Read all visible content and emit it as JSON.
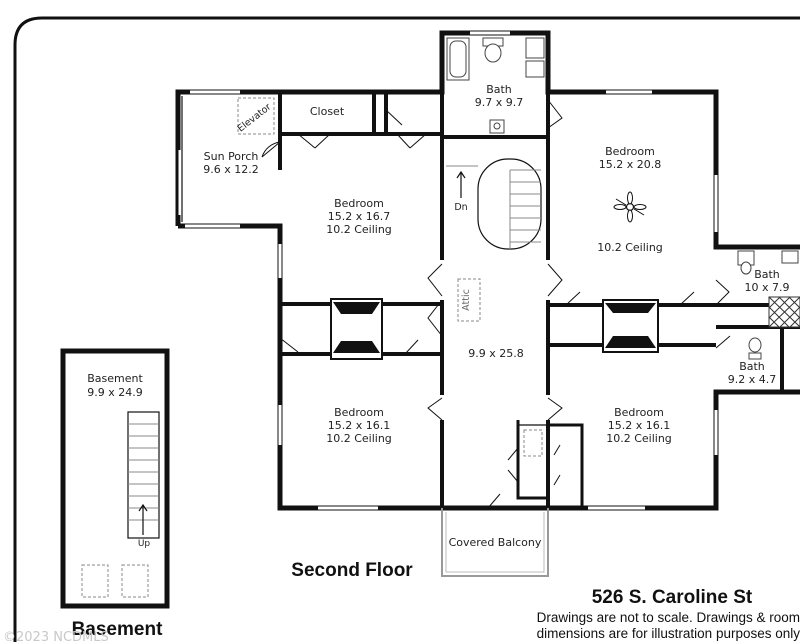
{
  "plan": {
    "bath_top": {
      "name": "Bath",
      "dims": "9.7 x 9.7"
    },
    "closet": {
      "name": "Closet"
    },
    "elevator": {
      "name": "Elevator"
    },
    "sun_porch": {
      "name": "Sun Porch",
      "dims": "9.6 x 12.2"
    },
    "bedroom_nw": {
      "name": "Bedroom",
      "dims": "15.2 x 16.7",
      "ceiling": "10.2 Ceiling"
    },
    "bedroom_ne": {
      "name": "Bedroom",
      "dims": "15.2 x 20.8",
      "ceiling": "10.2 Ceiling"
    },
    "bedroom_sw": {
      "name": "Bedroom",
      "dims": "15.2 x 16.1",
      "ceiling": "10.2 Ceiling"
    },
    "bedroom_se": {
      "name": "Bedroom",
      "dims": "15.2 x 16.1",
      "ceiling": "10.2 Ceiling"
    },
    "bath_east": {
      "name": "Bath",
      "dims": "10 x 7.9"
    },
    "bath_small": {
      "name": "Bath",
      "dims": "9.2 x 4.7"
    },
    "hall": {
      "dims": "9.9 x 25.8",
      "stair_label": "Dn",
      "attic_label": "Attic"
    },
    "balcony": {
      "name": "Covered Balcony"
    },
    "basement": {
      "name": "Basement",
      "dims": "9.9 x 24.9",
      "stair_label": "Up"
    }
  },
  "floor_titles": {
    "second": "Second Floor",
    "basement": "Basement"
  },
  "address": "526 S. Caroline St",
  "disclaimer": {
    "line1": "Drawings are not to scale. Drawings & room",
    "line2": "dimensions are for illustration purposes only"
  },
  "watermark": "©2023 NCDMLS"
}
